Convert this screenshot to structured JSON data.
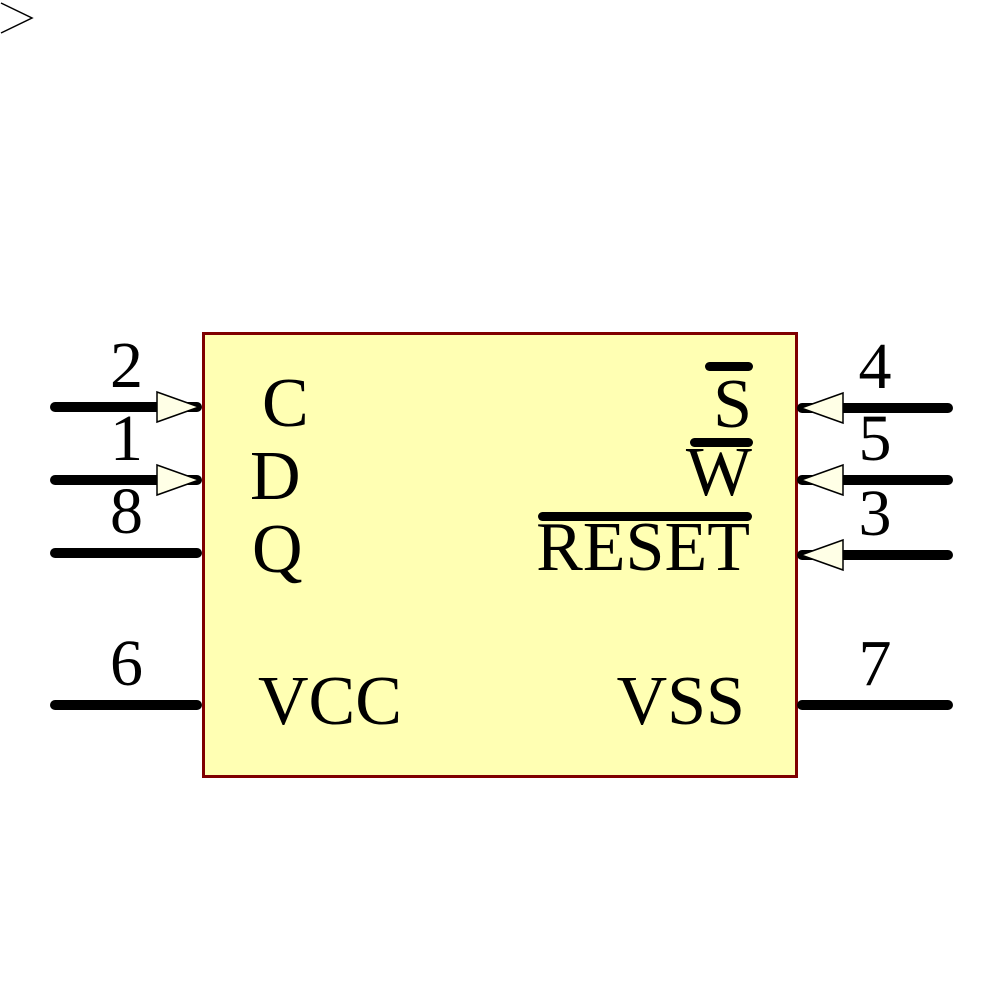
{
  "diagram": {
    "type": "schematic-symbol",
    "colors": {
      "background": "#FFFFFF",
      "body_fill": "#FFFFB3",
      "body_border": "#7F0000",
      "wire": "#000000",
      "arrow_fill": "#FFFFE6",
      "arrow_stroke": "#000000",
      "text": "#000000"
    },
    "left_pins": [
      {
        "number": "2",
        "label": "C",
        "direction": "input",
        "clock": true,
        "overline": false
      },
      {
        "number": "1",
        "label": "D",
        "direction": "input",
        "clock": false,
        "overline": false
      },
      {
        "number": "8",
        "label": "Q",
        "direction": "passive",
        "clock": false,
        "overline": false
      },
      {
        "number": "6",
        "label": "VCC",
        "direction": "power",
        "clock": false,
        "overline": false
      }
    ],
    "right_pins": [
      {
        "number": "4",
        "label": "S",
        "direction": "input",
        "clock": false,
        "overline": true
      },
      {
        "number": "5",
        "label": "W",
        "direction": "input",
        "clock": false,
        "overline": true
      },
      {
        "number": "3",
        "label": "RESET",
        "direction": "input",
        "clock": false,
        "overline": true
      },
      {
        "number": "7",
        "label": "VSS",
        "direction": "power",
        "clock": false,
        "overline": false
      }
    ]
  }
}
